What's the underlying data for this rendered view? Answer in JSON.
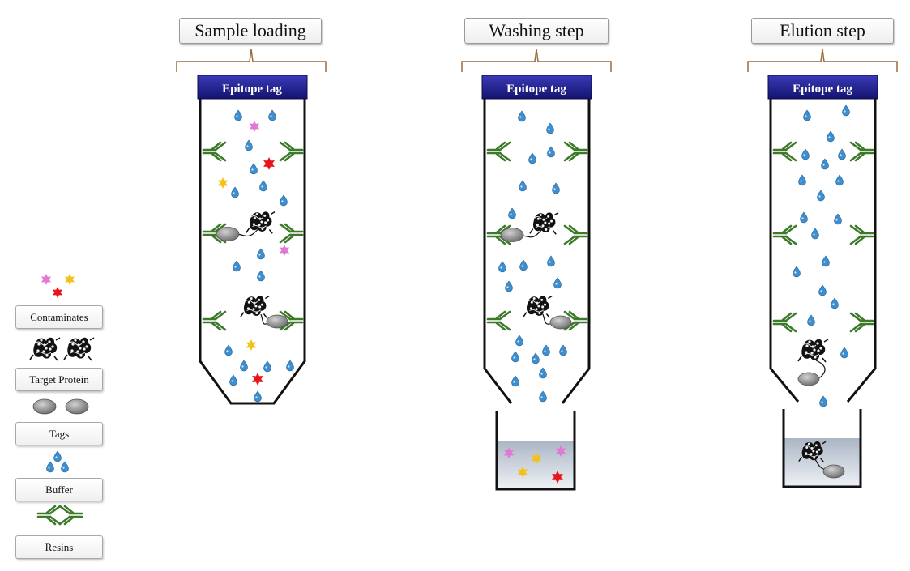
{
  "stages": [
    {
      "title": "Sample loading",
      "column_label": "Epitope tag"
    },
    {
      "title": "Washing step",
      "column_label": "Epitope tag"
    },
    {
      "title": "Elution step",
      "column_label": "Epitope tag"
    }
  ],
  "legend": {
    "contaminates": "Contaminates",
    "target_protein": "Target Protein",
    "tags": "Tags",
    "buffer": "Buffer",
    "resins": "Resins"
  },
  "colors": {
    "header": "#1f1f8f",
    "resin": "#3c7a2a",
    "contaminant_pink": "#e079d6",
    "contaminant_yellow": "#f3c218",
    "contaminant_red": "#e8141a",
    "buffer": "#3f8fcf",
    "tag": "#8c8c8c",
    "outline": "#111111",
    "bracket": "#9a6a3a"
  },
  "icons": [
    "star-contaminant-icon",
    "target-protein-icon",
    "tag-icon",
    "buffer-drop-icon",
    "resin-antibody-icon"
  ]
}
